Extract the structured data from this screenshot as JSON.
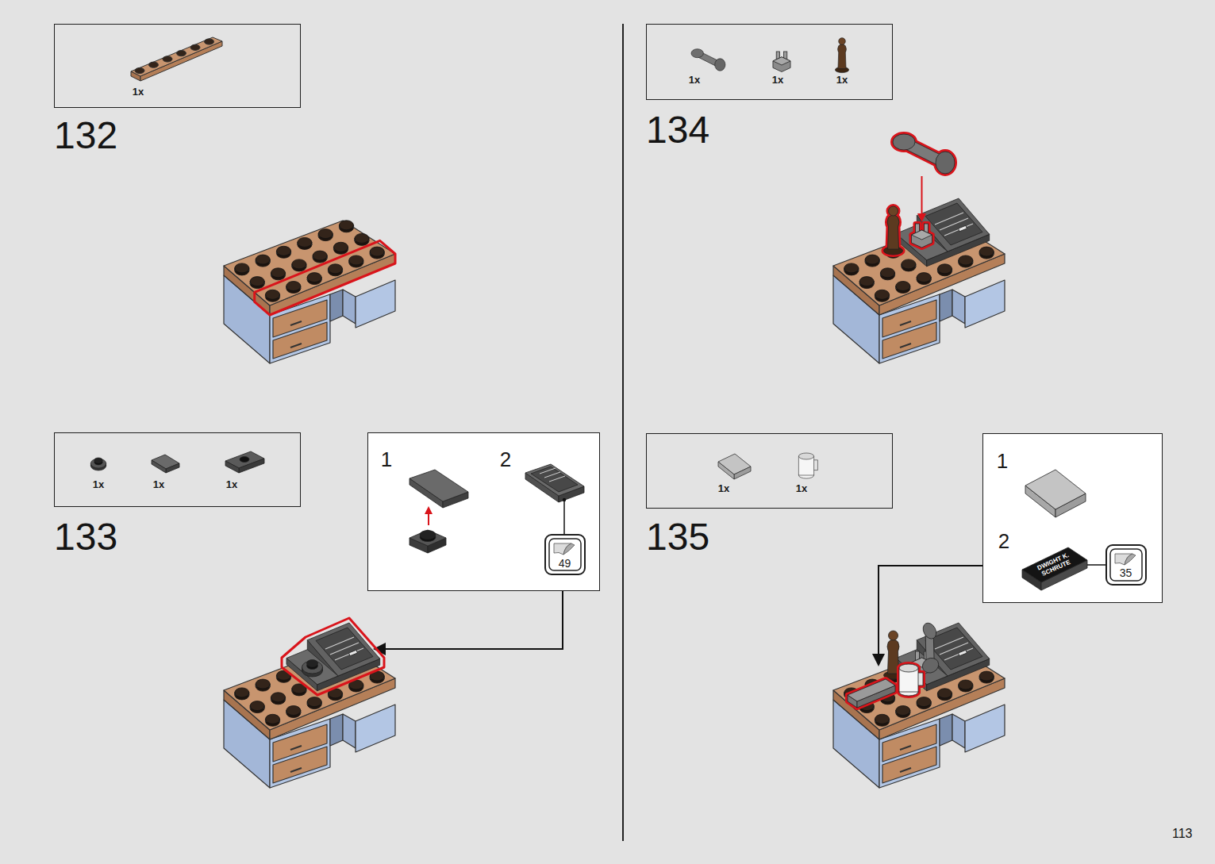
{
  "diagram": {
    "nodes": [
      {
        "text": [
          "1x"
        ]
      },
      {
        "text": [
          "1x",
          "1x",
          "1x"
        ]
      },
      {
        "text": [
          "1",
          "2"
        ]
      },
      {
        "text": [
          "49"
        ],
        "in": 2
      },
      {
        "text": [
          "1x",
          "1x",
          "1x"
        ]
      },
      {
        "text": [
          "1x",
          "1x"
        ]
      },
      {
        "text": [
          "1",
          "2"
        ]
      },
      {
        "text": [
          "35"
        ],
        "in": 6
      }
    ],
    "labels": [
      "132",
      "133",
      "134",
      "135",
      "DWIGHT K. SCHRUTE",
      "113"
    ]
  }
}
